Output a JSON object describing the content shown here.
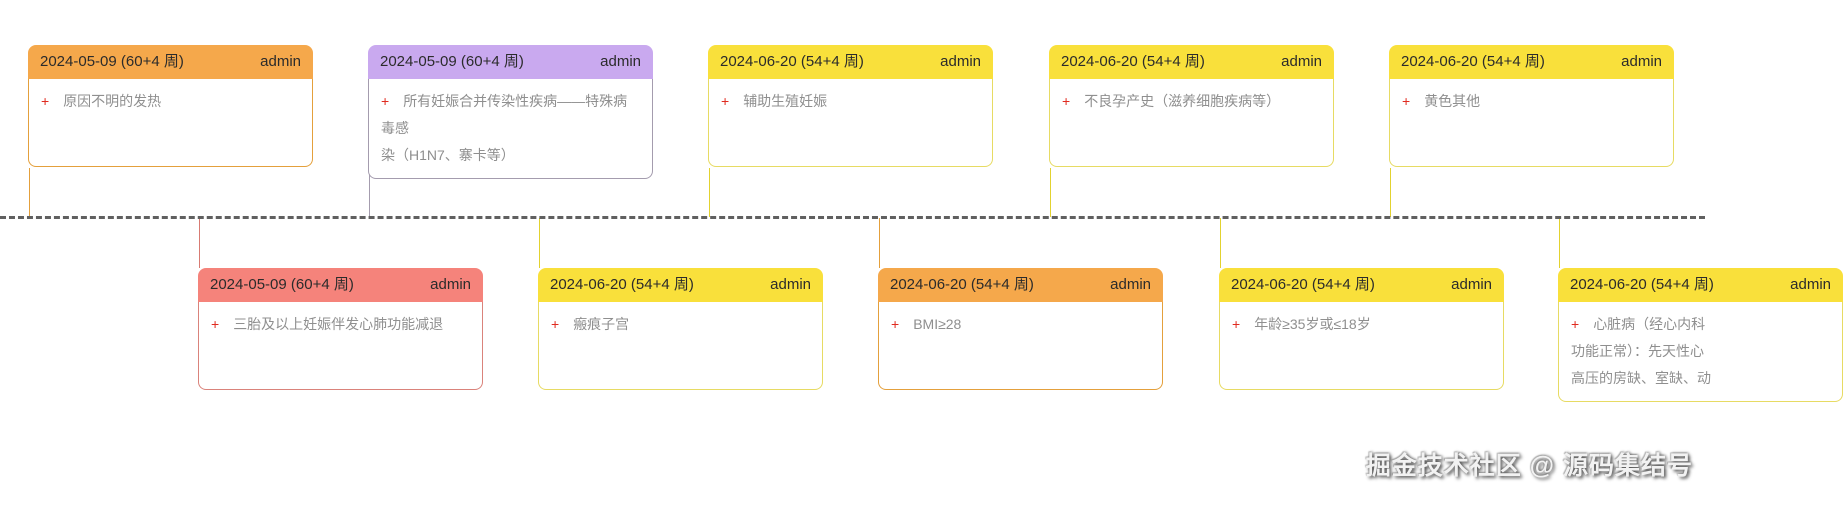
{
  "accent": {
    "plus_glyph": "+",
    "plus_color": "#e02b20",
    "body_text_color": "#8f8f8f",
    "header_text_color": "#2b2b2b",
    "divider_color": "#606060"
  },
  "themes": {
    "orange": {
      "header_bg": "#f5a84b",
      "border": "#e4a03c",
      "connector": "#e4a03c"
    },
    "purple": {
      "header_bg": "#c9a9ef",
      "border": "#a49cae",
      "connector": "#a49cae"
    },
    "yellow": {
      "header_bg": "#f9e03b",
      "border": "#e7db63",
      "connector": "#e2d22f"
    },
    "red": {
      "header_bg": "#f5837b",
      "border": "#da837b",
      "connector": "#d87b73"
    }
  },
  "cards": {
    "top": [
      {
        "date": "2024-05-09 (60+4 周)",
        "user": "admin",
        "text": "原因不明的发热",
        "theme": "orange"
      },
      {
        "date": "2024-05-09 (60+4 周)",
        "user": "admin",
        "text": "所有妊娠合并传染性疾病——特殊病毒感\n染（H1N7、寨卡等）",
        "theme": "purple"
      },
      {
        "date": "2024-06-20 (54+4 周)",
        "user": "admin",
        "text": "辅助生殖妊娠",
        "theme": "yellow"
      },
      {
        "date": "2024-06-20 (54+4 周)",
        "user": "admin",
        "text": "不良孕产史（滋养细胞疾病等）",
        "theme": "yellow"
      },
      {
        "date": "2024-06-20 (54+4 周)",
        "user": "admin",
        "text": "黄色其他",
        "theme": "yellow"
      }
    ],
    "bottom": [
      {
        "date": "2024-05-09 (60+4 周)",
        "user": "admin",
        "text": "三胎及以上妊娠伴发心肺功能减退",
        "theme": "red"
      },
      {
        "date": "2024-06-20 (54+4 周)",
        "user": "admin",
        "text": "瘢痕子宫",
        "theme": "yellow"
      },
      {
        "date": "2024-06-20 (54+4 周)",
        "user": "admin",
        "text": "BMI≥28",
        "theme": "orange"
      },
      {
        "date": "2024-06-20 (54+4 周)",
        "user": "admin",
        "text": "年龄≥35岁或≤18岁",
        "theme": "yellow"
      },
      {
        "date": "2024-06-20 (54+4 周)",
        "user": "admin",
        "text": "心脏病（经心内科\n功能正常）：先天性心\n高压的房缺、室缺、动",
        "theme": "yellow"
      }
    ]
  },
  "watermark": {
    "text": "掘金技术社区 @ 源码集结号"
  }
}
